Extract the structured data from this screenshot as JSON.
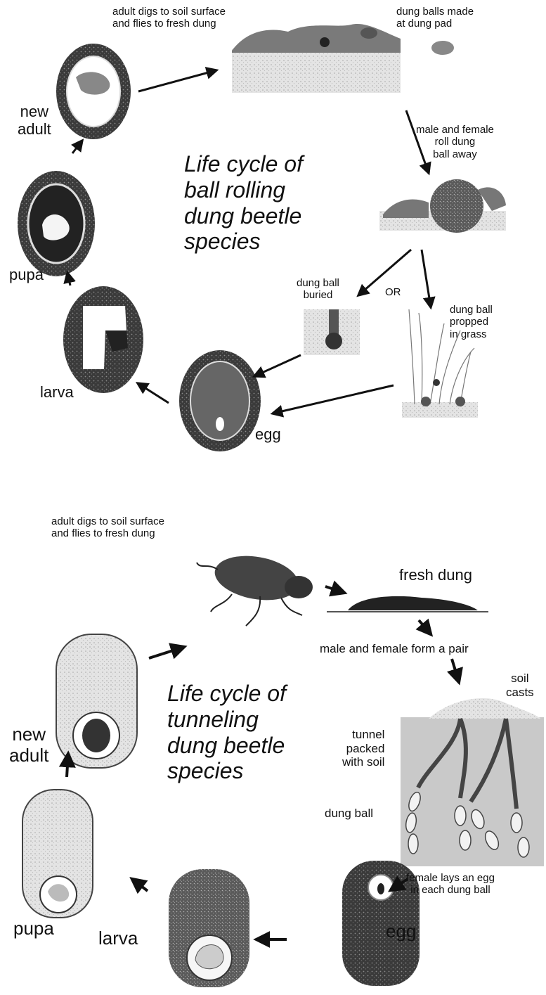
{
  "top": {
    "title": "Life cycle of\nball rolling\ndung beetle\nspecies",
    "labels": {
      "adult_digs": "adult digs to soil surface\nand flies to fresh dung",
      "dung_balls_made": "dung balls made\nat dung pad",
      "roll_away": "male and female\nroll dung\nball away",
      "buried": "dung ball\nburied",
      "or": "OR",
      "propped": "dung ball\npropped\nin grass",
      "egg": "egg",
      "larva": "larva",
      "pupa": "pupa",
      "new_adult": "new\nadult"
    }
  },
  "bottom": {
    "title": "Life cycle of\ntunneling\ndung beetle\nspecies",
    "labels": {
      "adult_digs": "adult digs to soil surface\nand flies to fresh dung",
      "fresh_dung": "fresh dung",
      "form_pair": "male and female form a pair",
      "soil_casts": "soil\ncasts",
      "tunnel": "tunnel\npacked\nwith soil",
      "dung_ball": "dung ball",
      "lays_egg": "female lays an egg\nin each dung ball",
      "egg": "egg",
      "larva": "larva",
      "pupa": "pupa",
      "new_adult": "new\nadult"
    }
  }
}
